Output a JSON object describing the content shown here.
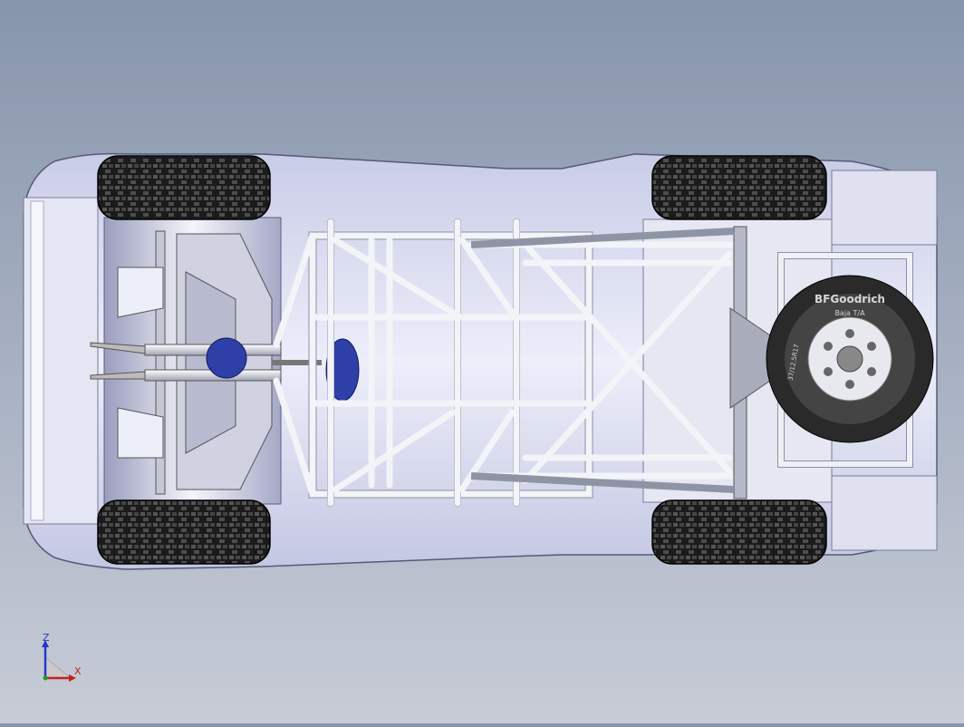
{
  "viewport": {
    "background_top": "#8795ab",
    "background_bottom": "#c7ccd6",
    "body_color": "#d6d8ee",
    "tire_color": "#1f1f1f",
    "frame_color": "#e9ecf2",
    "accent_blue": "#2f3fa8"
  },
  "spare_tire": {
    "brand_text": "BFGoodrich",
    "model_text": "Baja T/A",
    "size_text": "37/12.5R17"
  },
  "triad": {
    "z_label": "Z",
    "x_label": "X"
  }
}
